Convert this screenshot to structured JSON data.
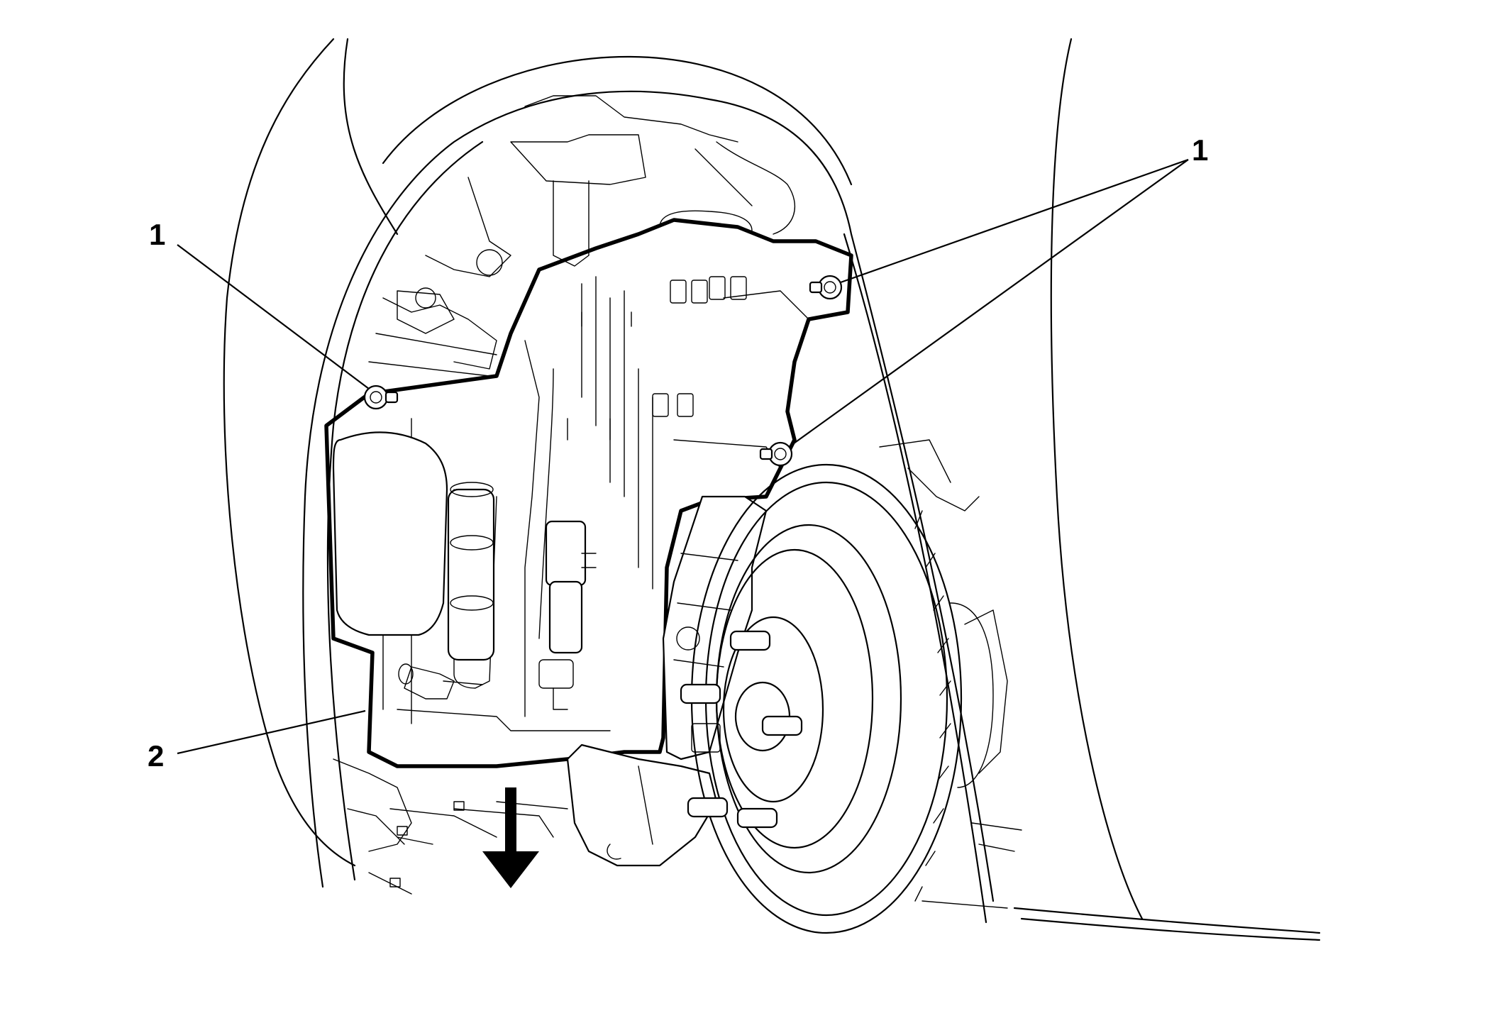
{
  "callouts": [
    {
      "id": "callout-1-left",
      "label": "1"
    },
    {
      "id": "callout-1-right",
      "label": "1"
    },
    {
      "id": "callout-2",
      "label": "2"
    }
  ],
  "arrow": {
    "direction": "down"
  },
  "icons": [
    "fastener-nut-icon",
    "removal-direction-arrow-icon"
  ],
  "colors": {
    "line": "#000000",
    "background": "#ffffff"
  }
}
